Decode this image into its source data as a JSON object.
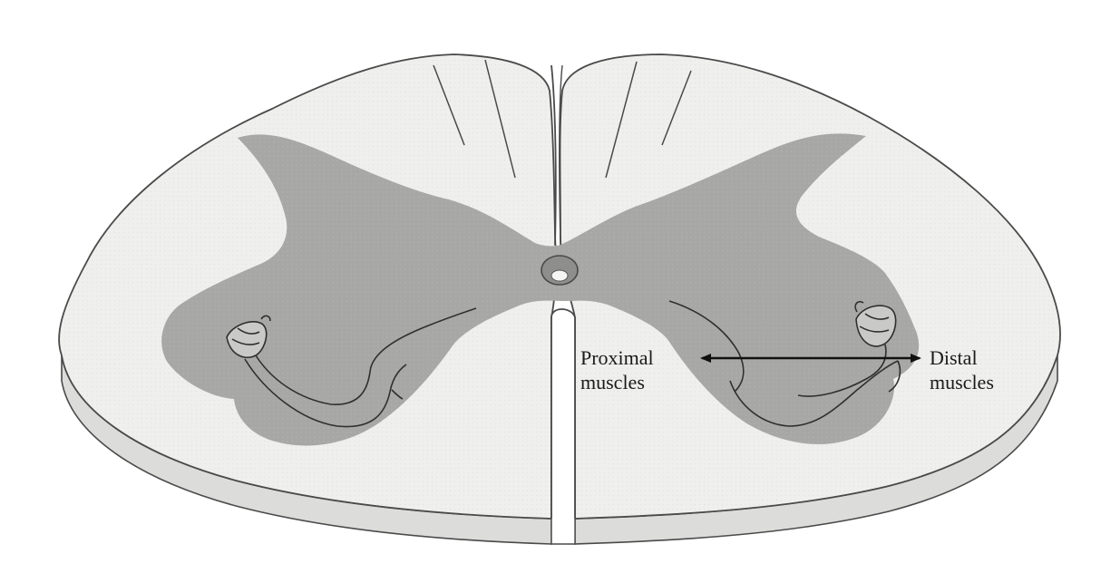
{
  "labels": {
    "proximal": {
      "line1": "Proximal",
      "line2": "muscles"
    },
    "distal": {
      "line1": "Distal",
      "line2": "muscles"
    }
  },
  "colors": {
    "background": "#ffffff",
    "white_matter": "#eeeeec",
    "gray_matter": "#a4a4a2",
    "outline": "#4a4a4a",
    "side_face": "#dcdcda",
    "canal": "#8e8e8c"
  },
  "icons": [
    "spinal-cord-cross-section",
    "arm-figure-left",
    "arm-figure-right",
    "double-headed-arrow"
  ]
}
